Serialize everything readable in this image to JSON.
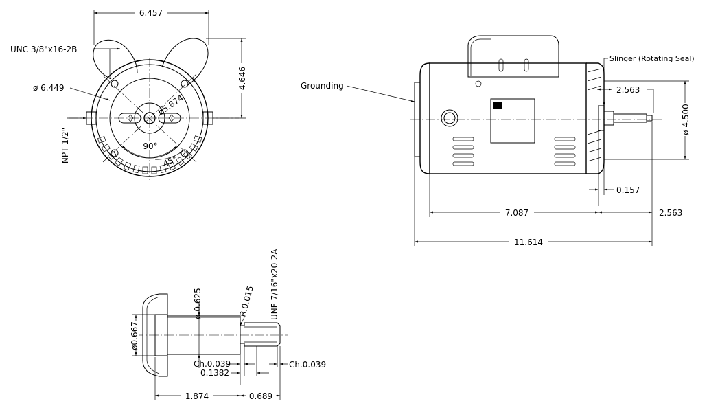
{
  "front_view": {
    "overall_width": "6.457",
    "tap_thread": "UNC 3/8\"x16-2B",
    "bolt_circle_dia": "ø 6.449",
    "face_dia": "ø5.874",
    "height_to_center": "4.646",
    "conduit": "NPT 1/2\"",
    "angle_90": "90°",
    "angle_45": "45°"
  },
  "side_view": {
    "grounding": "Grounding",
    "slinger": "Slinger (Rotating Seal)",
    "shaft_extension": "2.563",
    "flange_dia": "ø 4.500",
    "slinger_gap": "0.157",
    "body_length": "7.087",
    "shaft_length": "2.563",
    "overall_length": "11.614"
  },
  "shaft_detail": {
    "shaft_dia": "ø 0.625",
    "slinger_dia": "ø0.667",
    "fillet_radius": "R.0.015",
    "thread": "UNF 7/16\"x20-2A",
    "chamfer_1": "Ch.0.039",
    "step": "0.1382",
    "chamfer_2": "Ch.0.039",
    "length_1": "1.874",
    "length_2": "0.689"
  }
}
